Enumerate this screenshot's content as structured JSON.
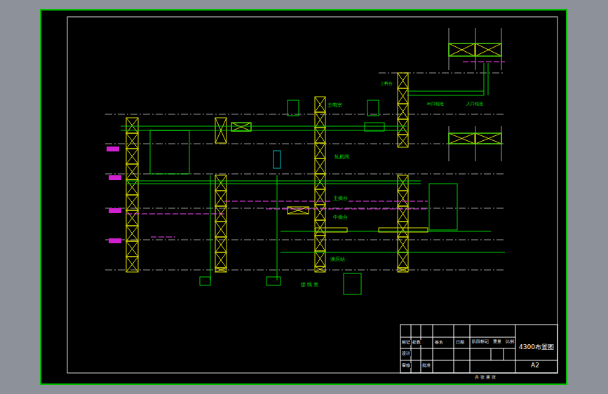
{
  "diagram": {
    "title": "4300布置图",
    "labels": [
      "A2",
      "主电室",
      "轧机间",
      "主操台",
      "中操台",
      "液压站",
      "接 线 室",
      "出口辊道",
      "入口辊道",
      "上料台",
      "标记",
      "处数",
      "签名",
      "日期",
      "设计",
      "审核",
      "批准",
      "阶段标记",
      "重量",
      "比例",
      "共 张 第 张"
    ]
  }
}
